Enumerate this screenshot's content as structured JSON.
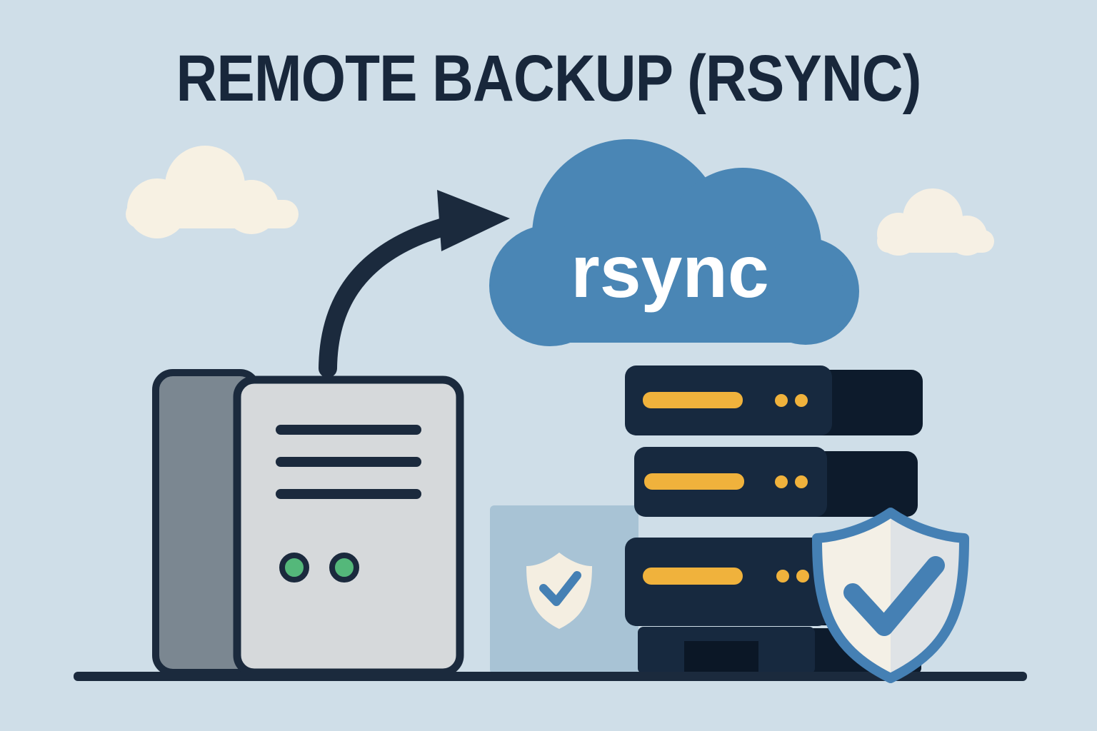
{
  "title": "REMOTE BACKUP (RSYNC)",
  "cloud": {
    "label": "rsync"
  },
  "palette": {
    "background": "#cfdee8",
    "ink_navy": "#1b2a3d",
    "cloud_blue": "#4a86b5",
    "panel_blue": "#a8c3d5",
    "server_navy": "#17293f",
    "server_shadow": "#0d1b2c",
    "accent_yellow": "#f0b23c",
    "accent_green": "#54b87a",
    "shield_blue": "#4580b4",
    "paper_gray": "#d6d9db",
    "spine_gray": "#7b8791",
    "cream": "#f7f1e3"
  },
  "icons": {
    "transfer_arrow": "arrow-icon",
    "rsync_cloud": "cloud-icon",
    "source_document": "document-icon",
    "remote_servers": "server-stack-icon",
    "security_shield": "shield-check-icon",
    "small_shield": "shield-small-icon",
    "decorative_clouds": "cloud-decoration-icon",
    "ground": "ground-line"
  }
}
